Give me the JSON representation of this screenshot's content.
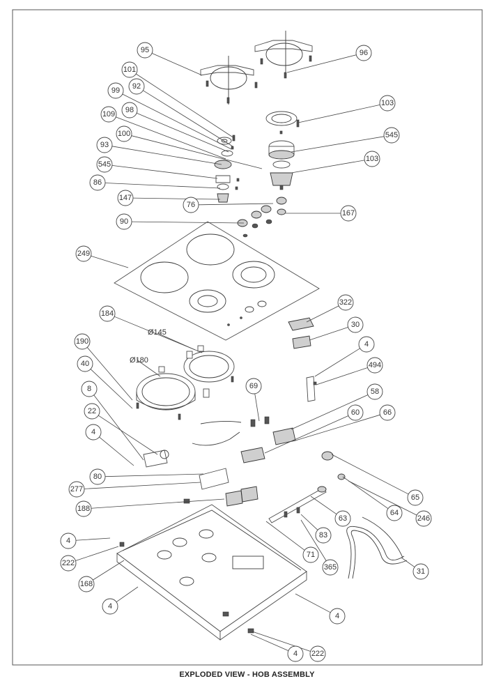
{
  "caption": "EXPLODED VIEW - HOB ASSEMBLY",
  "dimensions": {
    "d145": "Ø145",
    "d180": "Ø180"
  },
  "callouts": [
    {
      "label": "95"
    },
    {
      "label": "96"
    },
    {
      "label": "101"
    },
    {
      "label": "92"
    },
    {
      "label": "99"
    },
    {
      "label": "98"
    },
    {
      "label": "109"
    },
    {
      "label": "100"
    },
    {
      "label": "93"
    },
    {
      "label": "103"
    },
    {
      "label": "545"
    },
    {
      "label": "103"
    },
    {
      "label": "545"
    },
    {
      "label": "86"
    },
    {
      "label": "147"
    },
    {
      "label": "76"
    },
    {
      "label": "167"
    },
    {
      "label": "90"
    },
    {
      "label": "249"
    },
    {
      "label": "184"
    },
    {
      "label": "322"
    },
    {
      "label": "30"
    },
    {
      "label": "190"
    },
    {
      "label": "4"
    },
    {
      "label": "40"
    },
    {
      "label": "494"
    },
    {
      "label": "69"
    },
    {
      "label": "8"
    },
    {
      "label": "58"
    },
    {
      "label": "22"
    },
    {
      "label": "60"
    },
    {
      "label": "66"
    },
    {
      "label": "4"
    },
    {
      "label": "80"
    },
    {
      "label": "277"
    },
    {
      "label": "65"
    },
    {
      "label": "188"
    },
    {
      "label": "64"
    },
    {
      "label": "246"
    },
    {
      "label": "63"
    },
    {
      "label": "4"
    },
    {
      "label": "83"
    },
    {
      "label": "222"
    },
    {
      "label": "71"
    },
    {
      "label": "168"
    },
    {
      "label": "365"
    },
    {
      "label": "31"
    },
    {
      "label": "4"
    },
    {
      "label": "4"
    },
    {
      "label": "4"
    },
    {
      "label": "222"
    }
  ]
}
